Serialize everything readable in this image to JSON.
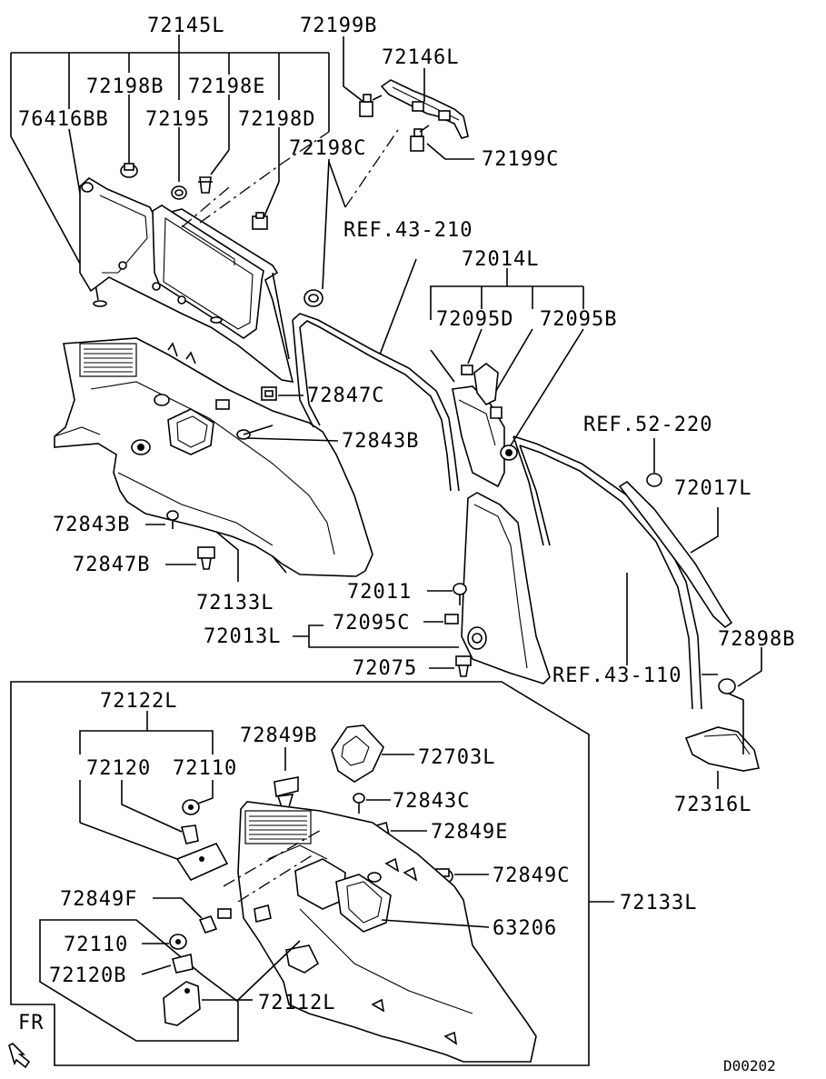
{
  "labels": {
    "l_72145L": "72145L",
    "l_72199B": "72199B",
    "l_72146L": "72146L",
    "l_72198B": "72198B",
    "l_72198E": "72198E",
    "l_76416BB": "76416BB",
    "l_72195": "72195",
    "l_72198D": "72198D",
    "l_72198C": "72198C",
    "l_72199C": "72199C",
    "l_REF43210": "REF.43-210",
    "l_72014L": "72014L",
    "l_72095D": "72095D",
    "l_72095B": "72095B",
    "l_72847C": "72847C",
    "l_72843B_a": "72843B",
    "l_REF52220": "REF.52-220",
    "l_72017L": "72017L",
    "l_72843B_b": "72843B",
    "l_72847B": "72847B",
    "l_72133L_top": "72133L",
    "l_72011": "72011",
    "l_72095C": "72095C",
    "l_72013L": "72013L",
    "l_72898B": "72898B",
    "l_72075": "72075",
    "l_REF43110": "REF.43-110",
    "l_72122L": "72122L",
    "l_72849B": "72849B",
    "l_72703L": "72703L",
    "l_72120": "72120",
    "l_72110_a": "72110",
    "l_72316L": "72316L",
    "l_72843C": "72843C",
    "l_72849E": "72849E",
    "l_72849C": "72849C",
    "l_72849F": "72849F",
    "l_72133L_box": "72133L",
    "l_63206": "63206",
    "l_72110_b": "72110",
    "l_72120B": "72120B",
    "l_72112L": "72112L",
    "fr": "FR",
    "code": "D00202"
  }
}
